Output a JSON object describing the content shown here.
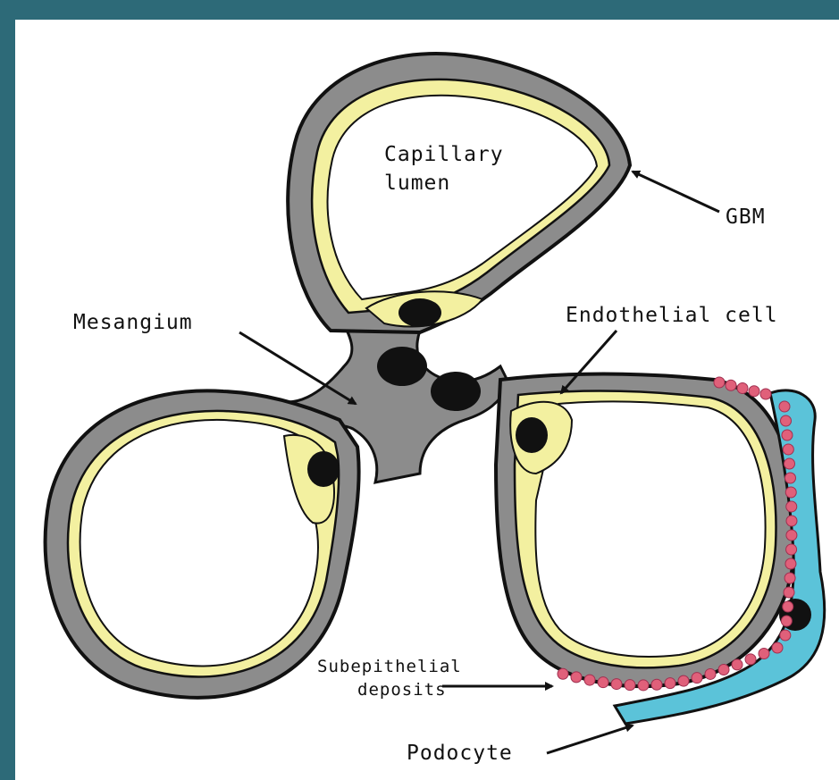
{
  "labels": {
    "capillary_lumen_line1": "Capillary",
    "capillary_lumen_line2": "lumen",
    "gbm": "GBM",
    "mesangium": "Mesangium",
    "endothelial_cell": "Endothelial cell",
    "subepithelial_line1": "Subepithelial",
    "subepithelial_line2": "deposits",
    "podocyte": "Podocyte"
  },
  "colors": {
    "frame": "#2d6a78",
    "panel": "#ffffff",
    "membrane_gray": "#8c8c8c",
    "endothelium_yellow": "#f3f0a0",
    "podocyte_blue": "#5bc3d9",
    "deposit_red": "#e0607a",
    "nucleus": "#111111"
  }
}
